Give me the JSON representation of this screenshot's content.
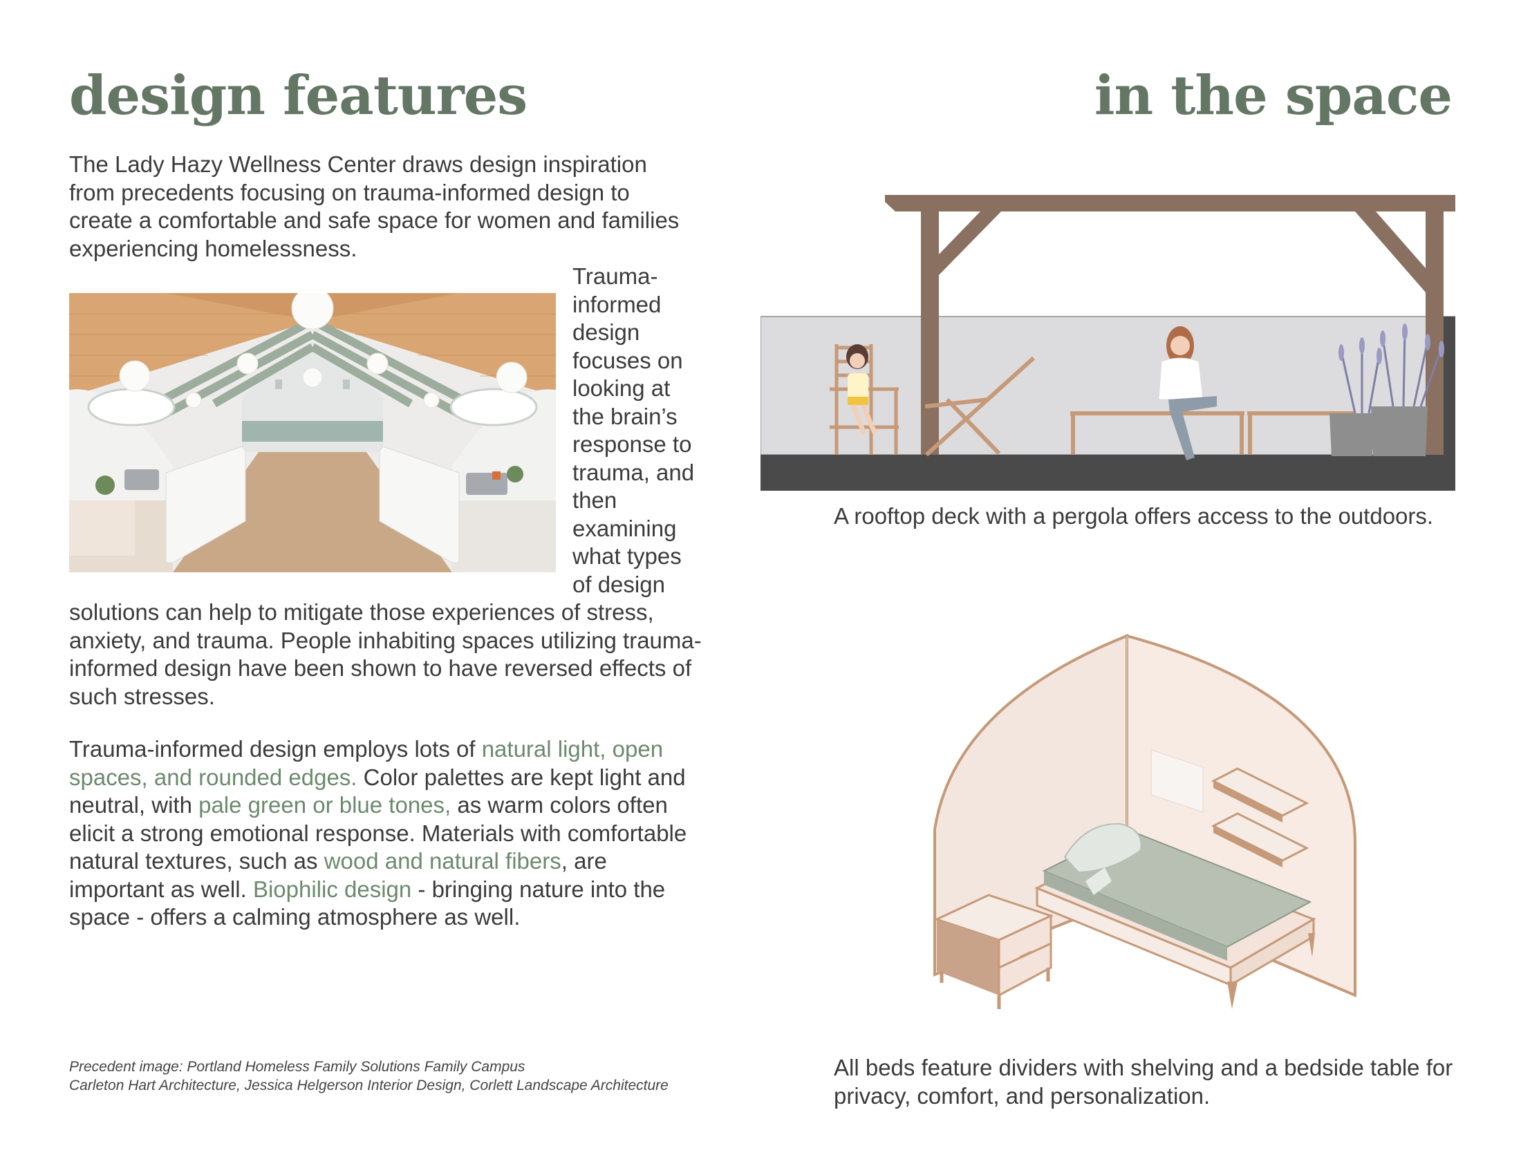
{
  "titles": {
    "left": "design features",
    "right": "in the space"
  },
  "intro": "The Lady Hazy Wellness Center draws design inspiration from precedents focusing on trauma-informed design to create a comfortable and safe space for women and families experiencing homelessness.",
  "paragraph1": "Trauma-informed design focuses on looking at the brain’s response to trauma, and then examining what types of design solutions can help to mitigate those experiences of stress, anxiety, and trauma. People inhabiting spaces utilizing trauma-informed design have been shown to have reversed effects of such stresses.",
  "paragraph2": {
    "s1": "Trauma-informed design employs lots of ",
    "h1": "natural light, open spaces, and rounded edges.",
    "s2": " Color palettes are kept light and neutral, with ",
    "h2": "pale green or blue tones,",
    "s3": " as warm colors often elicit a strong emotional response. Materials with comfortable natural textures, such as ",
    "h3": "wood and natural fibers",
    "s4": ", are important as well. ",
    "h4": "Biophilic design",
    "s5": " - bringing nature into the space - offers a calming atmosphere as well."
  },
  "credit": {
    "line1": "Precedent image: Portland Homeless Family Solutions Family Campus",
    "line2": "Carleton Hart Architecture, Jessica Helgerson Interior Design, Corlett Landscape Architecture"
  },
  "captions": {
    "rooftop": "A rooftop deck with a pergola offers access to the outdoors.",
    "beds": "All beds feature dividers with shelving and a bedside table for privacy, comfort, and personalization."
  },
  "colors": {
    "title_green": "#637764",
    "highlight_green": "#6b8a6c",
    "wood_brown": "#8a7060",
    "wall_grey": "#dcdbdd",
    "floor_dark": "#4a4a4a",
    "bed_green": "#b8c0b4",
    "pink": "#f3e6df"
  },
  "illustrations": {
    "precedent_photo": "interior-photo",
    "rooftop": "pergola-illustration",
    "bedroom": "bed-pod-illustration"
  }
}
